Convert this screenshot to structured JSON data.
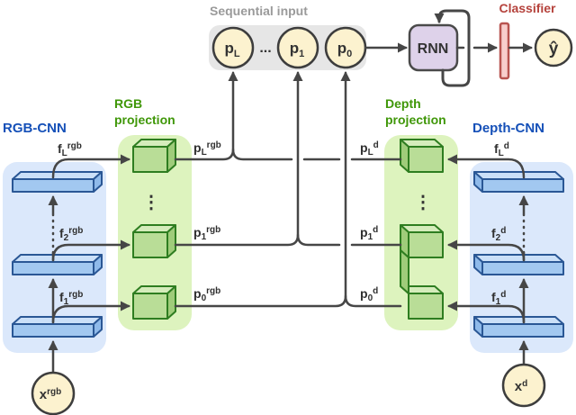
{
  "sequential": {
    "title": "Sequential input",
    "ellipsis": "...",
    "nodes": [
      {
        "base": "p",
        "sub": "L"
      },
      {
        "base": "p",
        "sub": "1"
      },
      {
        "base": "p",
        "sub": "0"
      }
    ]
  },
  "rnn": {
    "label": "RNN"
  },
  "classifier": {
    "label": "Classifier"
  },
  "output": {
    "label": "ŷ"
  },
  "rgb_cnn": {
    "title": "RGB-CNN",
    "input": {
      "base": "x",
      "sup": "rgb"
    },
    "features": {
      "f1": {
        "base": "f",
        "sub": "1",
        "sup": "rgb"
      },
      "f2": {
        "base": "f",
        "sub": "2",
        "sup": "rgb"
      },
      "fL": {
        "base": "f",
        "sub": "L",
        "sup": "rgb"
      }
    }
  },
  "rgb_projection": {
    "title_line1": "RGB",
    "title_line2": "projection",
    "dots": "⋮",
    "outputs": {
      "p0": {
        "base": "p",
        "sub": "0",
        "sup": "rgb"
      },
      "p1": {
        "base": "p",
        "sub": "1",
        "sup": "rgb"
      },
      "pL": {
        "base": "p",
        "sub": "L",
        "sup": "rgb"
      }
    }
  },
  "depth_projection": {
    "title_line1": "Depth",
    "title_line2": "projection",
    "dots": "⋮",
    "outputs": {
      "p0": {
        "base": "p",
        "sub": "0",
        "sup": "d"
      },
      "p1": {
        "base": "p",
        "sub": "1",
        "sup": "d"
      },
      "pL": {
        "base": "p",
        "sub": "L",
        "sup": "d"
      }
    }
  },
  "depth_cnn": {
    "title": "Depth-CNN",
    "input": {
      "base": "x",
      "sup": "d"
    },
    "features": {
      "f1": {
        "base": "f",
        "sub": "1",
        "sup": "d"
      },
      "f2": {
        "base": "f",
        "sub": "2",
        "sup": "d"
      },
      "fL": {
        "base": "f",
        "sub": "L",
        "sup": "d"
      }
    }
  },
  "colors": {
    "line": "#464646",
    "panel_blue": "#dbe8fb",
    "panel_green": "#ddf3be",
    "sequence_box": "#e6e6e6",
    "bar_front": "#a2c8f0",
    "bar_stroke": "#2a5795",
    "cube_front": "#b9dd97",
    "cube_stroke": "#2e7d20",
    "node_fill": "#fcf2cf",
    "node_stroke": "#3d3d3d",
    "rnn_fill": "#ded2ea",
    "classifier_fill": "#f8cecc",
    "classifier_stroke": "#b85450",
    "label_blue": "#1550b8",
    "label_green": "#3f9708",
    "label_red": "#b5423c",
    "label_gray": "#9a9a9a"
  }
}
